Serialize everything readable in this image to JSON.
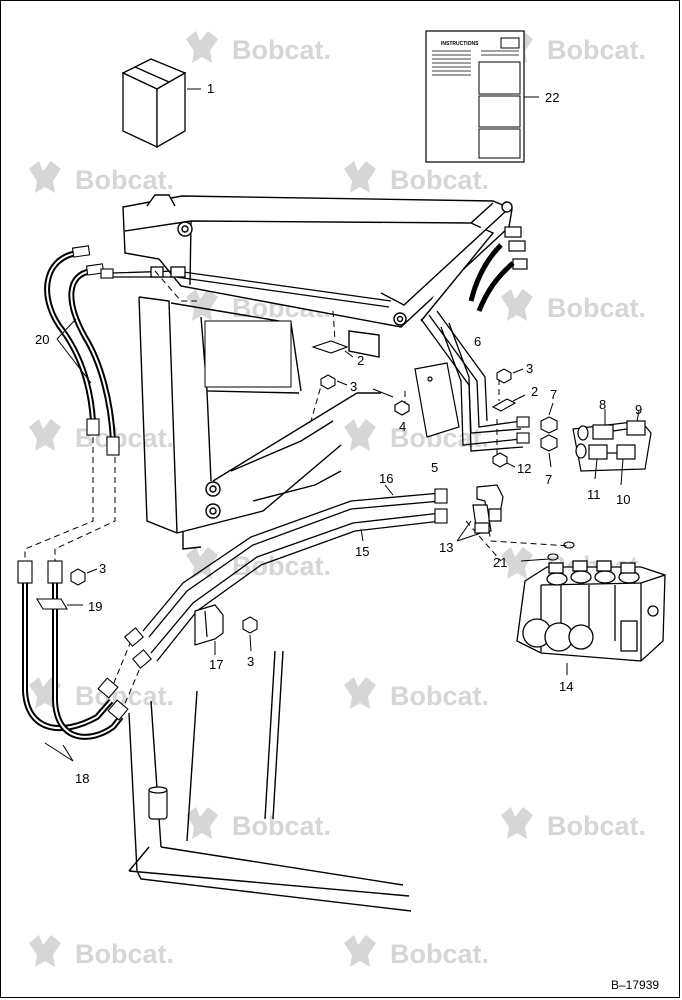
{
  "watermark": {
    "text": "Bobcat.",
    "logo_icon": "bobcat-head-logo-icon"
  },
  "instructions_doc": {
    "title": "INSTRUCTIONS"
  },
  "callouts": {
    "c1": "1",
    "c22": "22",
    "c20": "20",
    "c2a": "2",
    "c3a": "3",
    "c6": "6",
    "c3b": "3",
    "c2b": "2",
    "c7a": "7",
    "c8": "8",
    "c9": "9",
    "c4": "4",
    "c5": "5",
    "c12": "12",
    "c7b": "7",
    "c11": "11",
    "c10": "10",
    "c16": "16",
    "c15": "15",
    "c13": "13",
    "c21": "21",
    "c3c": "3",
    "c19": "19",
    "c17": "17",
    "c3d": "3",
    "c14": "14",
    "c18": "18"
  },
  "figure_ref": "B–17939"
}
